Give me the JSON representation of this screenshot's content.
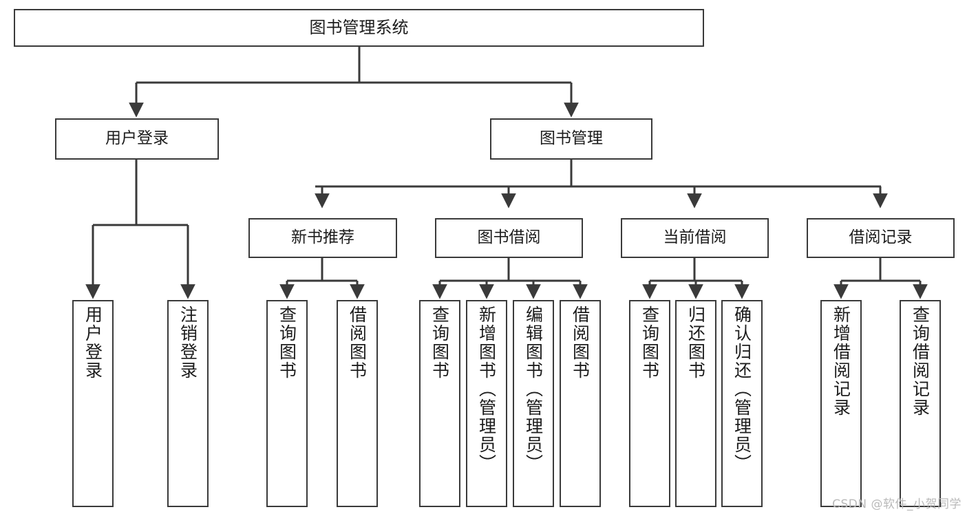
{
  "diagram": {
    "title": "图书管理系统",
    "type": "tree-hierarchy-chart",
    "watermark": "CSDN @软件_小贺同学",
    "colors": {
      "stroke": "#3a3a3a",
      "fill": "#ffffff",
      "text": "#1c1c1c",
      "watermark": "#b9b9b9"
    },
    "root": {
      "label": "图书管理系统"
    },
    "level1": [
      {
        "label": "用户登录"
      },
      {
        "label": "图书管理"
      }
    ],
    "level2": [
      {
        "label": "新书推荐"
      },
      {
        "label": "图书借阅"
      },
      {
        "label": "当前借阅"
      },
      {
        "label": "借阅记录"
      }
    ],
    "leaves": {
      "user_login": [
        {
          "label": "用户登录"
        },
        {
          "label": "注销登录"
        }
      ],
      "new_book_recommend": [
        {
          "label": "查询图书"
        },
        {
          "label": "借阅图书"
        }
      ],
      "book_borrow": [
        {
          "label": "查询图书"
        },
        {
          "label": "新增图书（管理员）"
        },
        {
          "label": "编辑图书（管理员）"
        },
        {
          "label": "借阅图书"
        }
      ],
      "current_borrow": [
        {
          "label": "查询图书"
        },
        {
          "label": "归还图书"
        },
        {
          "label": "确认归还（管理员）"
        }
      ],
      "borrow_record": [
        {
          "label": "新增借阅记录"
        },
        {
          "label": "查询借阅记录"
        }
      ]
    }
  }
}
